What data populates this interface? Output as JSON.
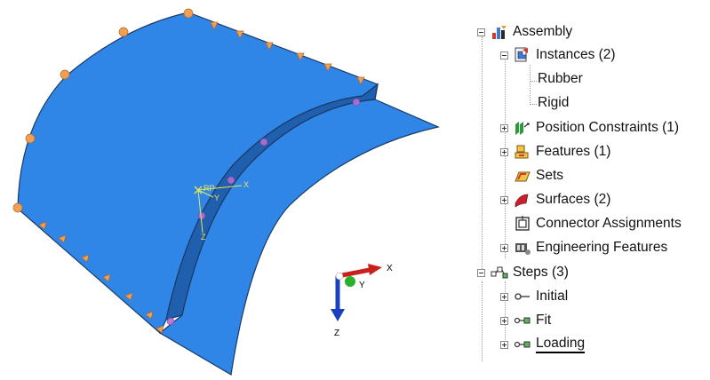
{
  "viewport": {
    "axis_triad": {
      "x_label": "X",
      "y_label": "Y",
      "z_label": "Z"
    },
    "rp_marker": {
      "label": "RP",
      "x_label": "X",
      "y_label": "Y",
      "z_label": "Z"
    },
    "colors": {
      "surface": "#2f86e6",
      "surface_dark": "#1f5fae",
      "edge": "#1a3a66",
      "bc_marker": "#f0a050"
    }
  },
  "tree": {
    "assembly": {
      "label": "Assembly",
      "icon": "assembly-icon"
    },
    "instances": {
      "label": "Instances (2)",
      "icon": "instances-icon"
    },
    "instance_items": [
      {
        "label": "Rubber"
      },
      {
        "label": "Rigid"
      }
    ],
    "position_constraints": {
      "label": "Position Constraints (1)",
      "icon": "position-constraints-icon"
    },
    "features": {
      "label": "Features (1)",
      "icon": "features-icon"
    },
    "sets": {
      "label": "Sets",
      "icon": "sets-icon"
    },
    "surfaces": {
      "label": "Surfaces (2)",
      "icon": "surfaces-icon"
    },
    "connector_assignments": {
      "label": "Connector Assignments",
      "icon": "connector-icon"
    },
    "engineering_features": {
      "label": "Engineering Features",
      "icon": "engineering-features-icon"
    },
    "steps": {
      "label": "Steps (3)",
      "icon": "steps-icon"
    },
    "step_items": [
      {
        "label": "Initial",
        "icon": "step-initial-icon"
      },
      {
        "label": "Fit",
        "icon": "step-icon"
      },
      {
        "label": "Loading",
        "icon": "step-icon"
      }
    ]
  }
}
